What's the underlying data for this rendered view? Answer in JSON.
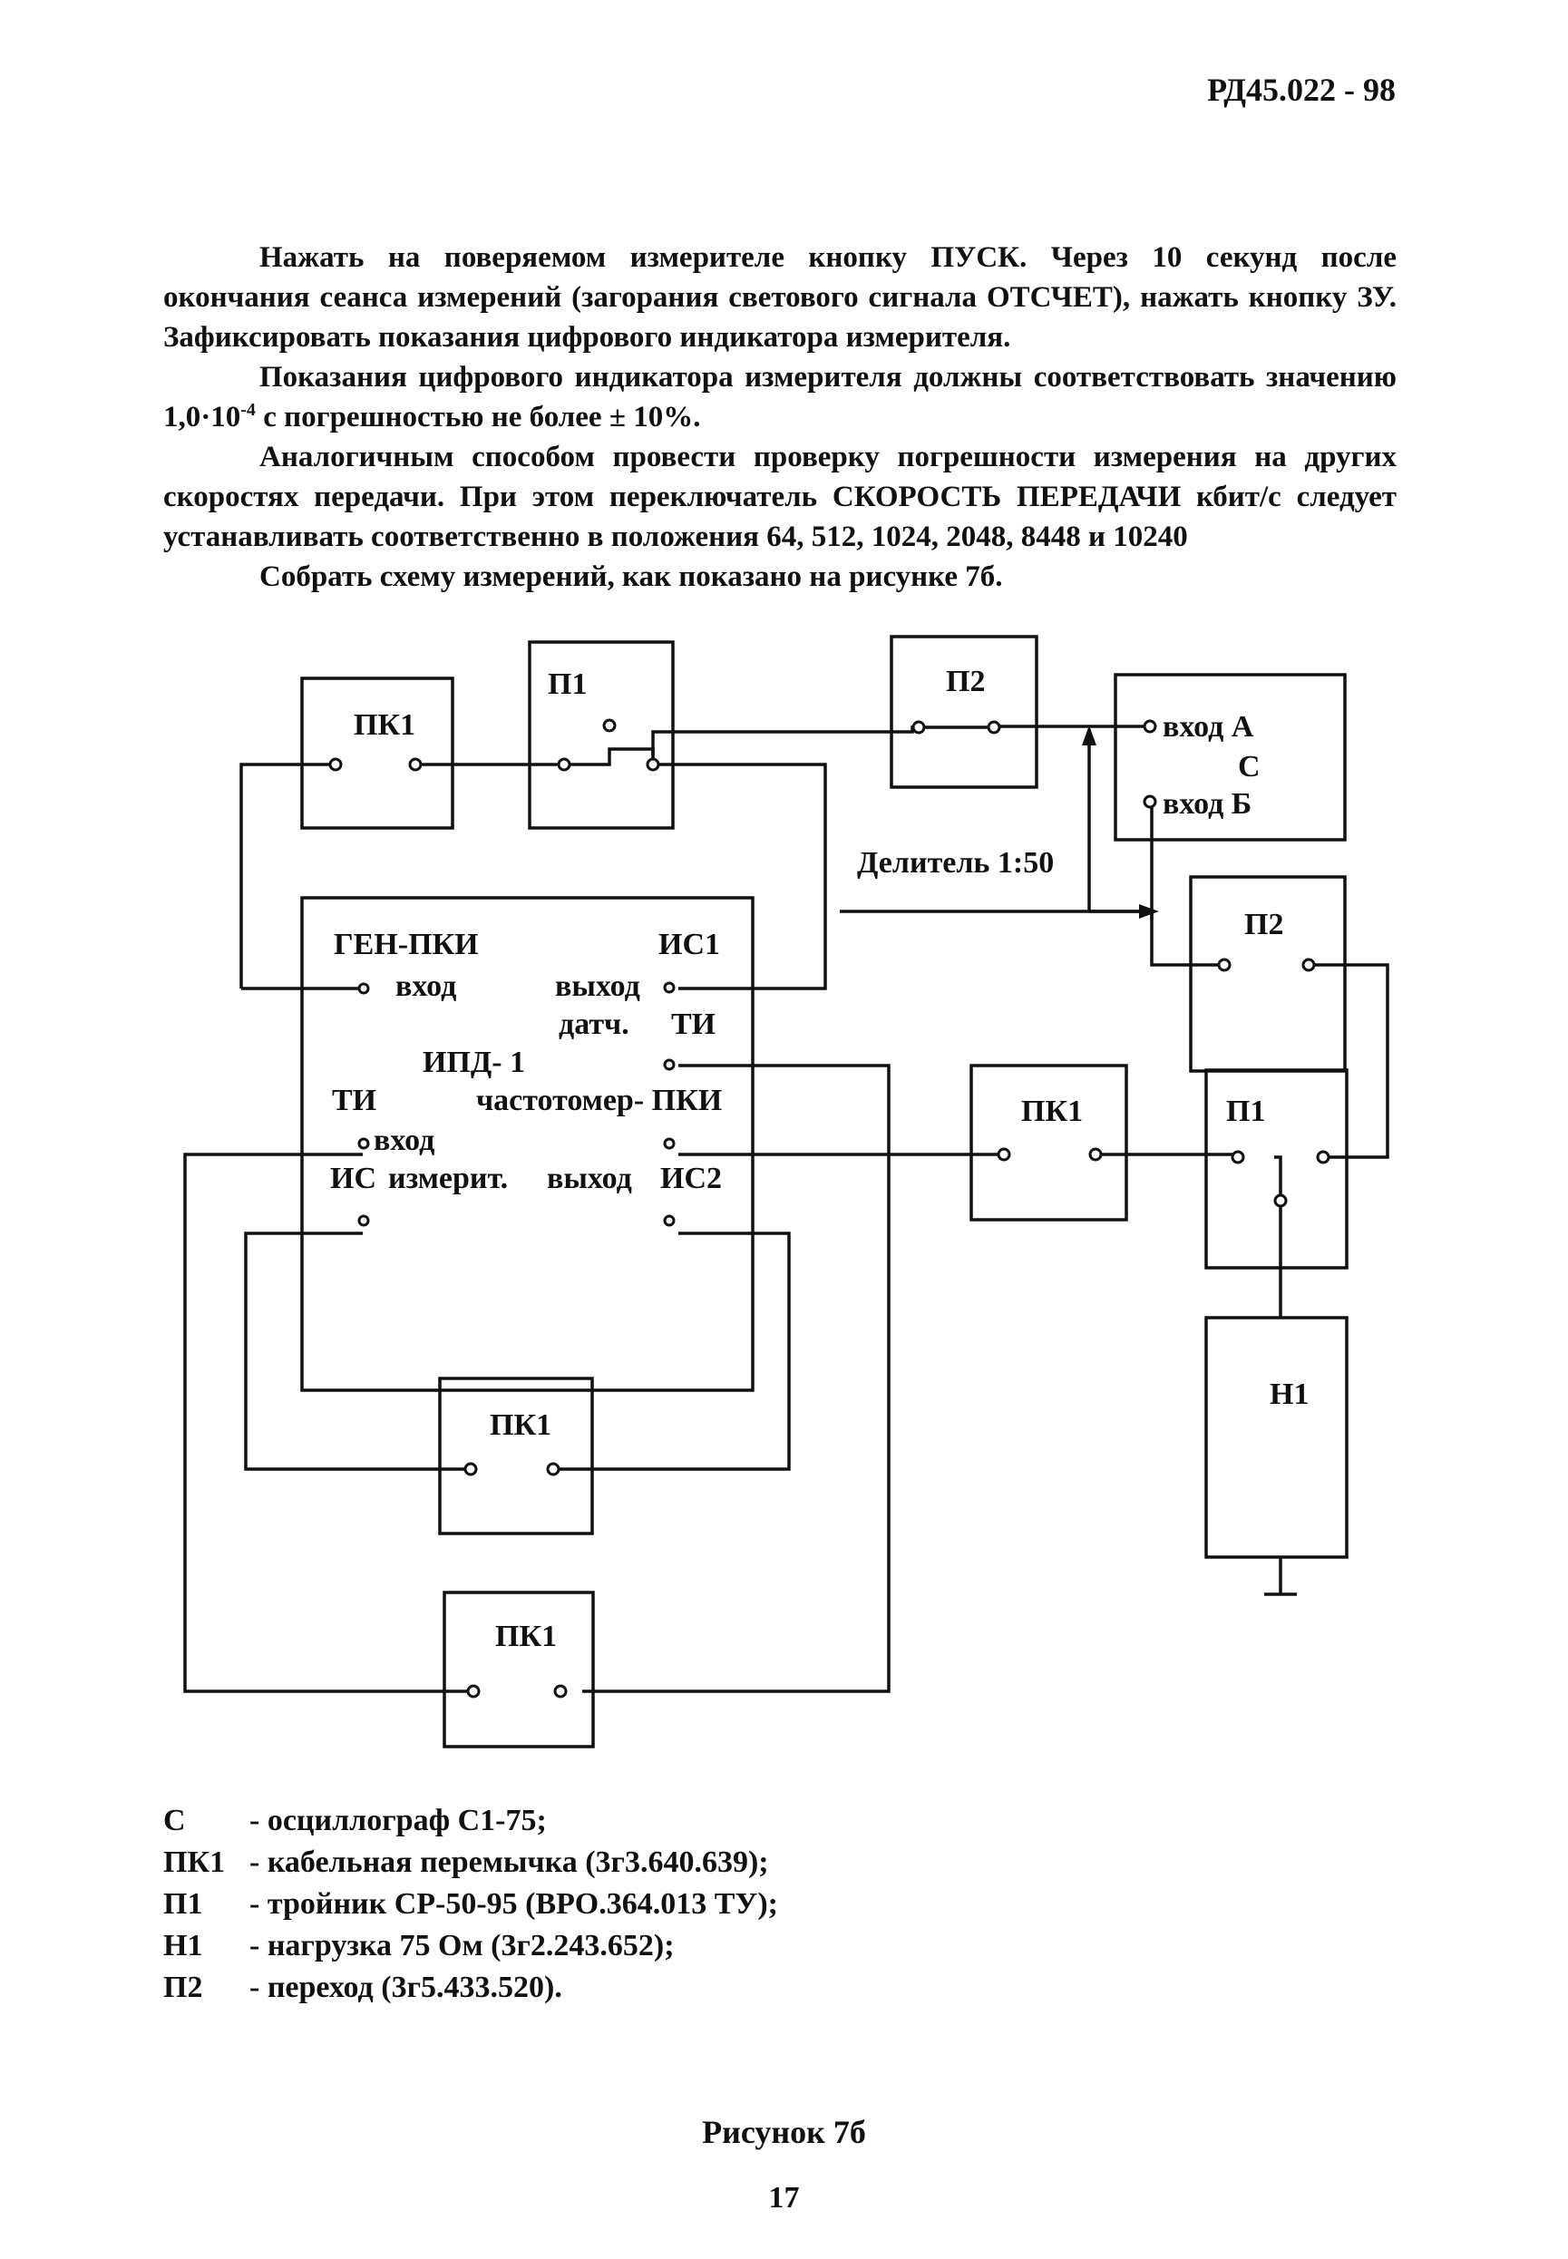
{
  "header": {
    "doc_code": "РД45.022 - 98"
  },
  "body": {
    "p1": "Нажать на поверяемом измерителе кнопку ПУСК. Через 10 секунд после окончания сеанса измерений (загорания светового сигнала ОТСЧЕТ), нажать кнопку ЗУ. Зафиксировать показания цифрового индикатора измерителя.",
    "p2_before": "Показания цифрового индикатора измерителя должны соответствовать значению 1,0·10",
    "p2_exp": "-4",
    "p2_after": " с погрешностью не более ± 10%.",
    "p3": "Аналогичным способом провести проверку погрешности измерения на других скоростях передачи. При этом переключатель СКОРОСТЬ ПЕРЕДАЧИ кбит/с следует устанавливать соответственно в положения 64, 512, 1024, 2048, 8448 и 10240",
    "p4": "Собрать схему измерений, как показано на рисунке 7б."
  },
  "diagram": {
    "pk1_top": "ПК1",
    "p1_top": "П1",
    "p2_top": "П2",
    "scope_in_a": "вход А",
    "scope_c": "С",
    "scope_in_b": "вход Б",
    "divider": "Делитель 1:50",
    "p2_right": "П2",
    "gen_title": "ГЕН-ПКИ",
    "gen_in": "вход",
    "is1": "ИС1",
    "out": "выход",
    "sensor": "датч.",
    "ti_right": "ТИ",
    "ipd": "ИПД- 1",
    "ti_left": "ТИ",
    "freq_meter": "частотомер- ПКИ",
    "in2": "вход",
    "is_left": "ИС",
    "measur": "измерит.",
    "out2": "выход",
    "is2": "ИС2",
    "pk1_mid": "ПК1",
    "p1_right": "П1",
    "h1": "Н1",
    "pk1_bottom1": "ПК1",
    "pk1_bottom2": "ПК1"
  },
  "legend": [
    {
      "key": "С",
      "desc": "- осциллограф С1-75;"
    },
    {
      "key": "ПК1",
      "desc": "- кабельная перемычка (3г3.640.639);"
    },
    {
      "key": "П1",
      "desc": "- тройник СР-50-95 (ВРО.364.013 ТУ);"
    },
    {
      "key": "Н1",
      "desc": "- нагрузка 75 Ом (3г2.243.652);"
    },
    {
      "key": "П2",
      "desc": "- переход (3г5.433.520)."
    }
  ],
  "caption": "Рисунок 7б",
  "page_number": "17"
}
